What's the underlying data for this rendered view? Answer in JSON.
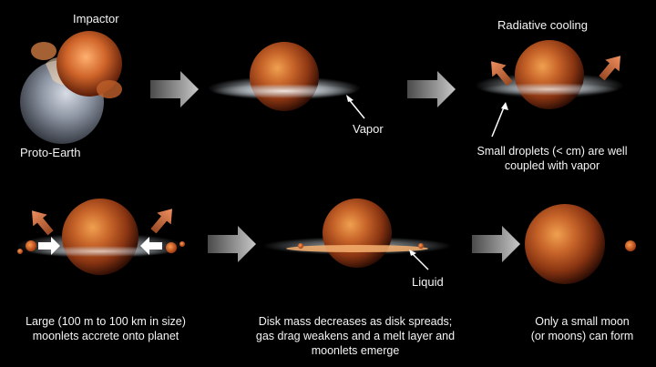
{
  "panels": {
    "impact": {
      "impactor_label": "Impactor",
      "proto_earth_label": "Proto-Earth"
    },
    "vapor": {
      "vapor_label": "Vapor"
    },
    "cooling": {
      "title": "Radiative cooling",
      "caption_line1": "Small droplets (< cm) are well",
      "caption_line2": "coupled with vapor"
    },
    "moonlets": {
      "caption_line1": "Large (100 m to 100 km in size)",
      "caption_line2": "moonlets accrete onto planet"
    },
    "disk": {
      "liquid_label": "Liquid",
      "caption_line1": "Disk mass decreases as disk spreads;",
      "caption_line2": "gas drag weakens and a melt layer and",
      "caption_line3": "moonlets emerge"
    },
    "moon": {
      "caption_line1": "Only a small moon",
      "caption_line2": "(or moons) can form"
    }
  },
  "colors": {
    "planet_core": "#e8893a",
    "planet_mid": "#a9471b",
    "planet_edge": "#3a1206",
    "vapor": "#cfd8df",
    "arrow_gray": "#9a9a9a",
    "escape_arrow": "#e0824a",
    "proto_earth": "#8d95a3"
  }
}
